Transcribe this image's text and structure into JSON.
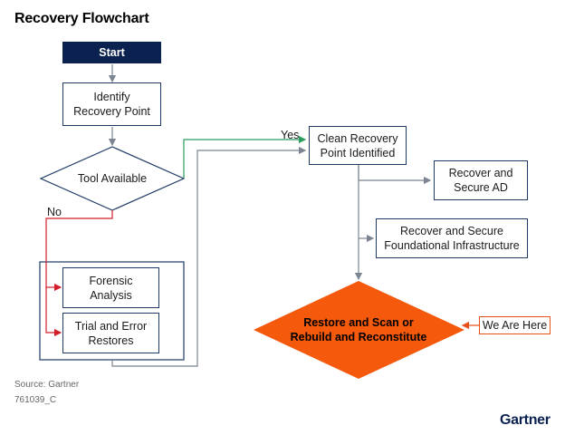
{
  "title": "Recovery Flowchart",
  "nodes": {
    "start": "Start",
    "identify": "Identify Recovery Point",
    "tool": "Tool Available",
    "forensic": "Forensic Analysis",
    "trial": "Trial and Error Restores",
    "clean": "Clean Recovery Point Identified",
    "ad": "Recover and Secure AD",
    "infra": "Recover and Secure Foundational Infrastructure",
    "restore": "Restore and Scan or Rebuild and Reconstitute",
    "here": "We Are Here"
  },
  "edge_labels": {
    "yes": "Yes",
    "no": "No"
  },
  "footer": {
    "source": "Source: Gartner",
    "doc_id": "761039_C",
    "logo": "Gartner"
  },
  "colors": {
    "navy": "#0b2150",
    "orange": "#f4590c",
    "green": "#2a9d5c",
    "red": "#d21f2b",
    "gray": "#7c8591"
  }
}
